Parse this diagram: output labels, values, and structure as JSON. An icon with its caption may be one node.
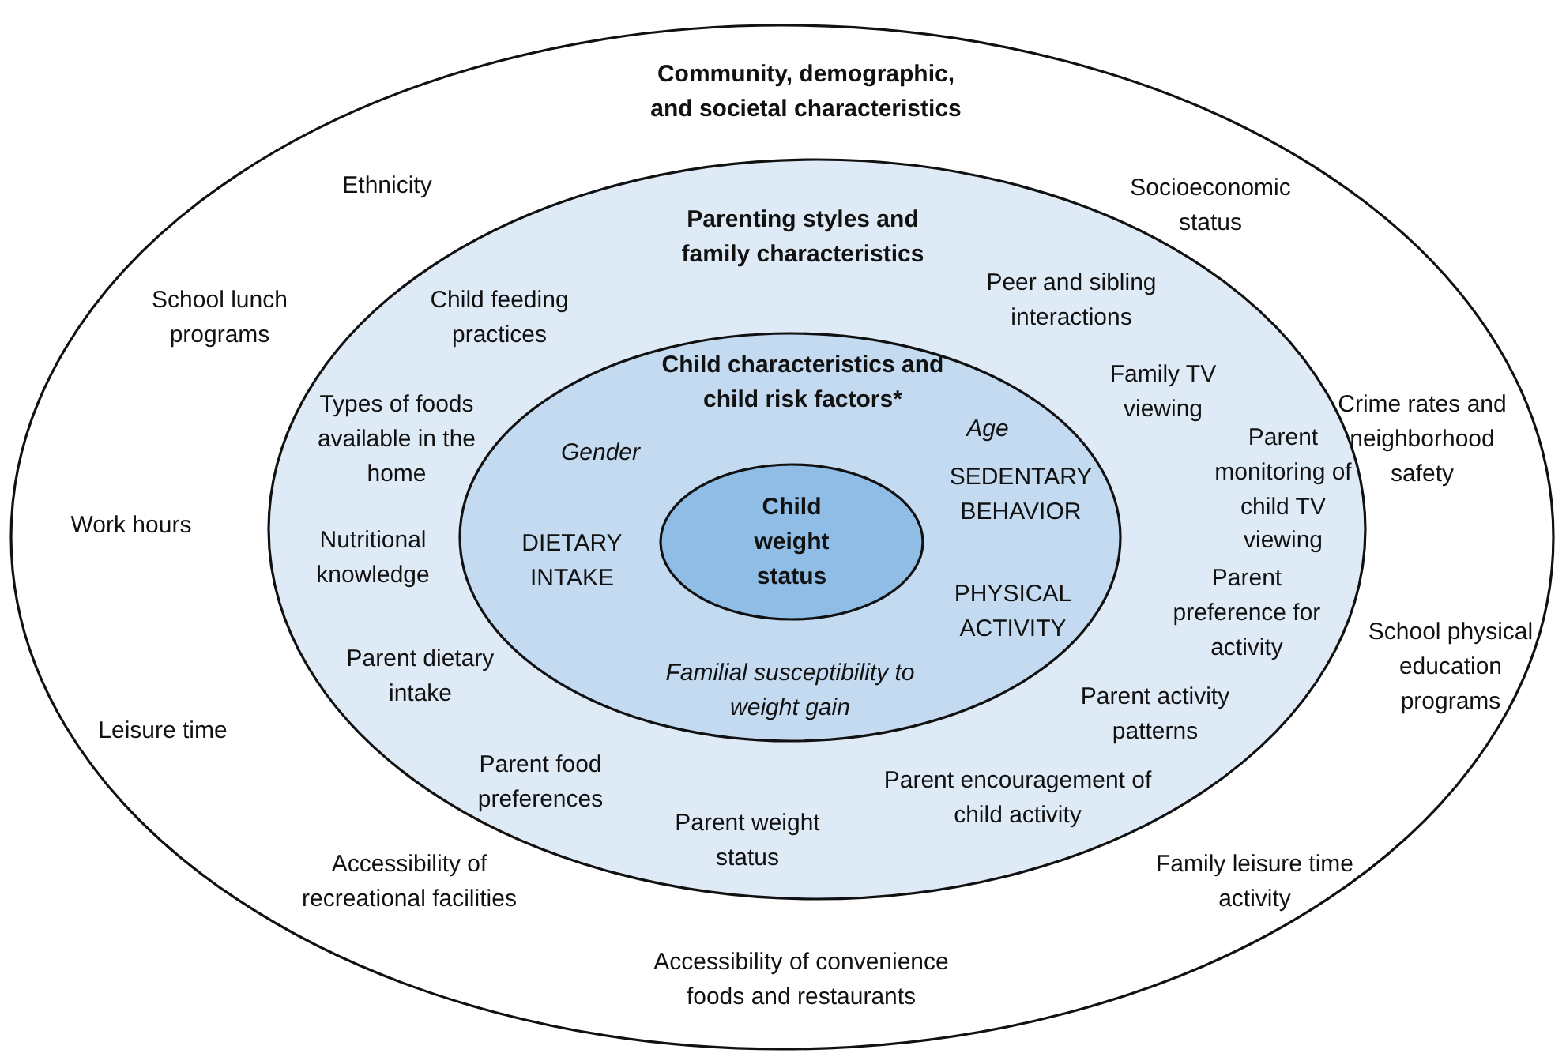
{
  "diagram": {
    "nodes": [
      {
        "text": [
          "Community, demographic, and societal characteristics",
          "Ethnicity",
          "Socioeconomic status",
          "School lunch programs",
          "Crime rates and neighborhood safety",
          "Work hours",
          "School physical education programs",
          "Leisure time",
          "Accessibility of recreational facilities",
          "Family leisure time activity",
          "Accessibility of convenience foods and restaurants"
        ]
      },
      {
        "text": [
          "Parenting styles and family characteristics",
          "Child feeding practices",
          "Peer and sibling interactions",
          "Types of foods available in the home",
          "Family TV viewing",
          "Parent monitoring of child TV viewing",
          "Nutritional knowledge",
          "Parent preference for activity",
          "Parent dietary intake",
          "Parent activity patterns",
          "Parent food preferences",
          "Parent encouragement of child activity",
          "Parent weight status"
        ],
        "in": 0
      },
      {
        "text": [
          "Child characteristics and child risk factors*",
          "Age",
          "Gender",
          "SEDENTARY BEHAVIOR",
          "DIETARY INTAKE",
          "PHYSICAL ACTIVITY",
          "Familial susceptibility to weight gain"
        ],
        "in": 1
      },
      {
        "text": [
          "Child weight status"
        ],
        "in": 2
      }
    ]
  }
}
